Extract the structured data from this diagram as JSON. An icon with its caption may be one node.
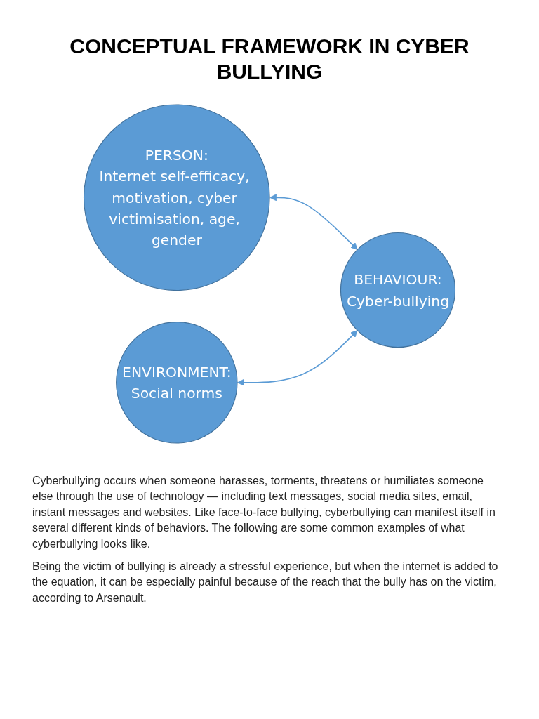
{
  "diagram": {
    "title": "CONCEPTUAL FRAMEWORK IN CYBER BULLYING",
    "nodes": [
      {
        "text": [
          "PERSON:",
          "Internet self-efficacy, motivation, cyber victimisation, age, gender"
        ]
      },
      {
        "text": [
          "BEHAVIOUR:",
          "Cyber-bullying"
        ]
      },
      {
        "text": [
          "ENVIRONMENT:",
          "Social norms"
        ]
      }
    ],
    "edges": [
      {
        "from": 0,
        "to": 1,
        "arrow": "both"
      },
      {
        "from": 2,
        "to": 1,
        "arrow": "both"
      }
    ],
    "labels": [
      "Cyberbullying occurs when someone harasses, torments, threatens or humiliates someone else through the use of technology — including text messages, social media sites, email, instant messages and websites. Like face-to-face bullying, cyberbullying can manifest itself in several different kinds of behaviors. The following are some common examples of what cyberbullying looks like.",
      "Being the victim of bullying is already a stressful experience, but when the internet is added to the equation, it can be especially painful because of the reach that the bully has on the victim, according to Arsenault."
    ]
  }
}
